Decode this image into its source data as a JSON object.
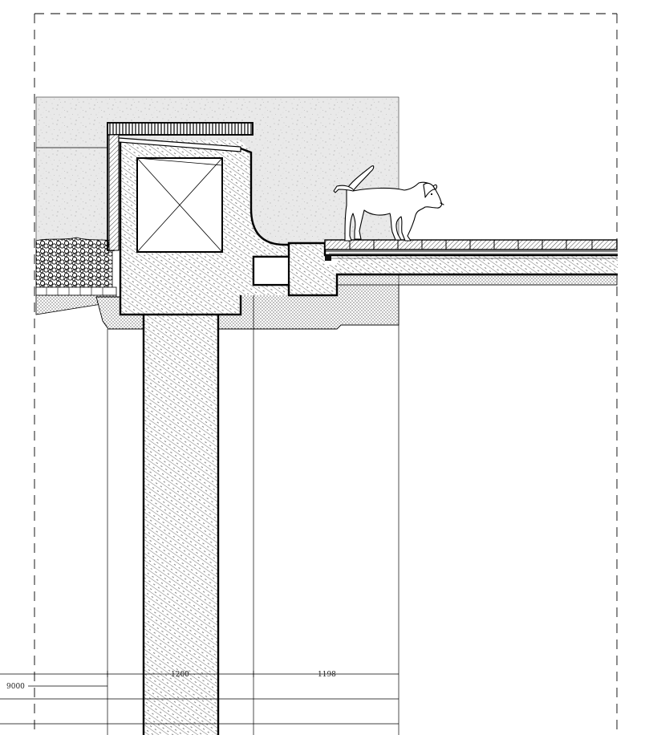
{
  "drawing": {
    "type": "architectural section detail",
    "elements": [
      "terrace-deck",
      "concrete-slab",
      "wall-with-window",
      "column",
      "planting-bed",
      "dog-figure"
    ]
  },
  "dimensions": {
    "dim_1": "1200",
    "dim_2": "1198",
    "dim_3": "9000"
  },
  "colors": {
    "line": "#000000",
    "stucco": "#e7e7e7",
    "hatch": "#444444",
    "background": "#ffffff"
  }
}
